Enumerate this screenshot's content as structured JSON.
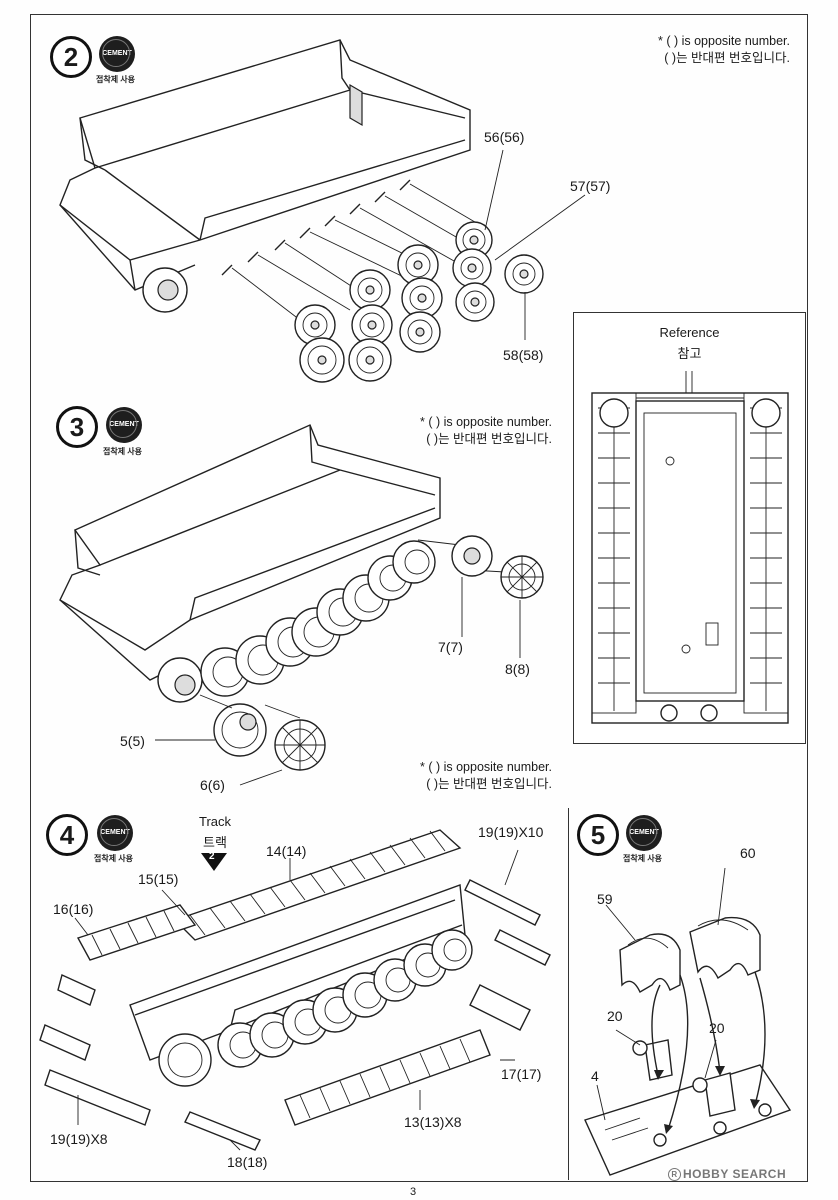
{
  "page_number": "3",
  "watermark": "HOBBY SEARCH",
  "watermark_mark": "R",
  "cement_badge": "CEMENT",
  "cement_caption": "접착제 사용",
  "opposite_note_en": "* (   ) is opposite number.",
  "opposite_note_kr": "(   )는 반대편 번호입니다.",
  "steps": {
    "step2": {
      "number": "2",
      "parts": [
        "56(56)",
        "57(57)",
        "58(58)"
      ]
    },
    "step3": {
      "number": "3",
      "parts": [
        "7(7)",
        "8(8)",
        "5(5)",
        "6(6)"
      ]
    },
    "step4": {
      "number": "4",
      "track_label_en": "Track",
      "track_label_kr": "트랙",
      "track_ref": "2",
      "parts": [
        "14(14)",
        "15(15)",
        "16(16)",
        "19(19)X10",
        "17(17)",
        "13(13)X8",
        "19(19)X8",
        "18(18)"
      ]
    },
    "step5": {
      "number": "5",
      "parts": [
        "60",
        "59",
        "20",
        "20",
        "4"
      ]
    }
  },
  "reference": {
    "label_en": "Reference",
    "label_kr": "참고"
  }
}
